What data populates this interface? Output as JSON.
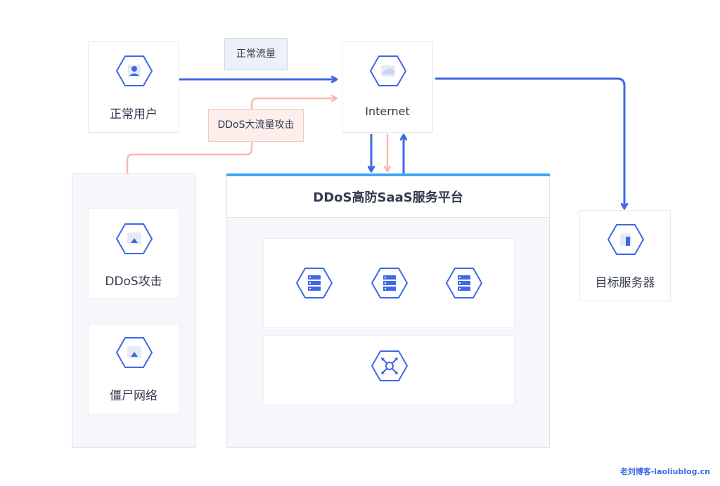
{
  "colors": {
    "blue": "#3f67e6",
    "pink": "#f8b8b0",
    "platform_bar": "#3ea8f5",
    "panel_bg": "#f6f7fb",
    "tag_normal_bg": "#eef0f8",
    "tag_attack_bg": "#fdeeec"
  },
  "nodes": {
    "normal_user": {
      "label": "正常用户",
      "icon": "user-icon"
    },
    "internet": {
      "label": "Internet",
      "icon": "cloud-icon"
    },
    "target_server": {
      "label": "目标服务器",
      "icon": "server-icon"
    },
    "ddos_attack": {
      "label": "DDoS攻击",
      "icon": "monitor-icon"
    },
    "zombie_network": {
      "label": "僵尸网络",
      "icon": "monitor-icon"
    }
  },
  "tags": {
    "normal_traffic": "正常流量",
    "ddos_traffic": "DDoS大流量攻击"
  },
  "platform": {
    "title": "DDoS高防SaaS服务平台",
    "server_icons": [
      "server-rack-icon",
      "server-rack-icon",
      "server-rack-icon"
    ],
    "hub_icon": "network-hub-icon"
  },
  "watermark": "老刘博客-laoliublog.cn"
}
